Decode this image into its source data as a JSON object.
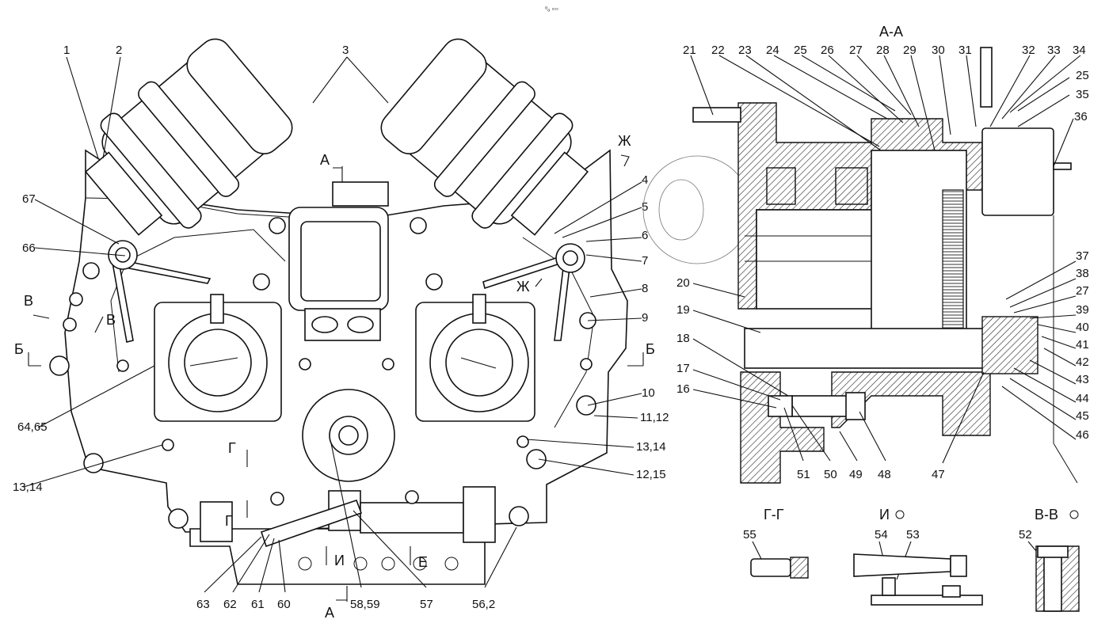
{
  "header_mark": "⁰ₒ ▫▫▫",
  "section_titles": {
    "aa": "А-А",
    "gg": "Г-Г",
    "ii": "И",
    "vv": "В-В"
  },
  "cut_marks": {
    "A": "А",
    "B": "Б",
    "V": "В",
    "G": "Г",
    "Zh": "Ж",
    "I": "И",
    "E": "Е"
  },
  "callouts_main": [
    "1",
    "2",
    "3",
    "4",
    "5",
    "6",
    "7",
    "8",
    "9",
    "10",
    "11,12",
    "13,14",
    "12,15",
    "13,14",
    "64,65",
    "66",
    "67",
    "63",
    "62",
    "61",
    "60",
    "58,59",
    "57",
    "56,2"
  ],
  "callouts_section": [
    "21",
    "22",
    "23",
    "24",
    "25",
    "26",
    "27",
    "28",
    "29",
    "30",
    "31",
    "32",
    "33",
    "34",
    "25",
    "35",
    "36",
    "37",
    "38",
    "27",
    "39",
    "40",
    "41",
    "42",
    "43",
    "44",
    "45",
    "46",
    "47",
    "48",
    "49",
    "50",
    "51",
    "16",
    "17",
    "18",
    "19",
    "20"
  ],
  "callouts_details": [
    "55",
    "54",
    "53",
    "52"
  ]
}
